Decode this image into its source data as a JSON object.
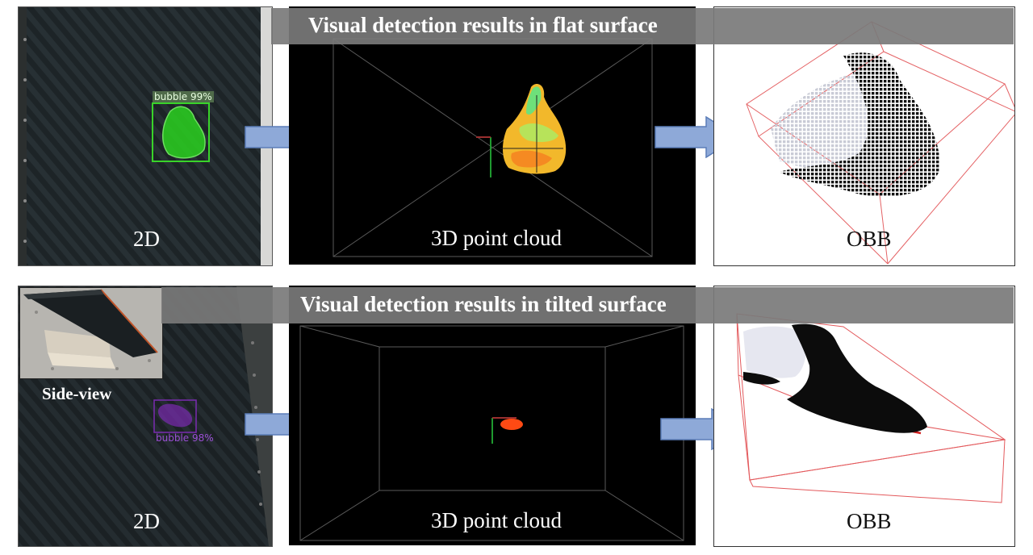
{
  "rows": [
    {
      "banner_title": "Visual detection results in flat surface",
      "panel_2d_label": "2D",
      "panel_3d_label": "3D point cloud",
      "panel_obb_label": "OBB",
      "detection_label": "bubble 99%",
      "detection_color": "#39d42a"
    },
    {
      "banner_title": "Visual detection results in tilted surface",
      "panel_2d_label": "2D",
      "panel_3d_label": "3D point cloud",
      "panel_obb_label": "OBB",
      "detection_label": "bubble 98%",
      "detection_color": "#7a2bb0",
      "inset_label": "Side-view"
    }
  ],
  "colors": {
    "banner": "#7a7a7a",
    "arrow_fill": "#8ea9d8",
    "arrow_stroke": "#5b7db8",
    "obb_box": "#e0474a",
    "cloud_orange": "#ff4a14"
  }
}
